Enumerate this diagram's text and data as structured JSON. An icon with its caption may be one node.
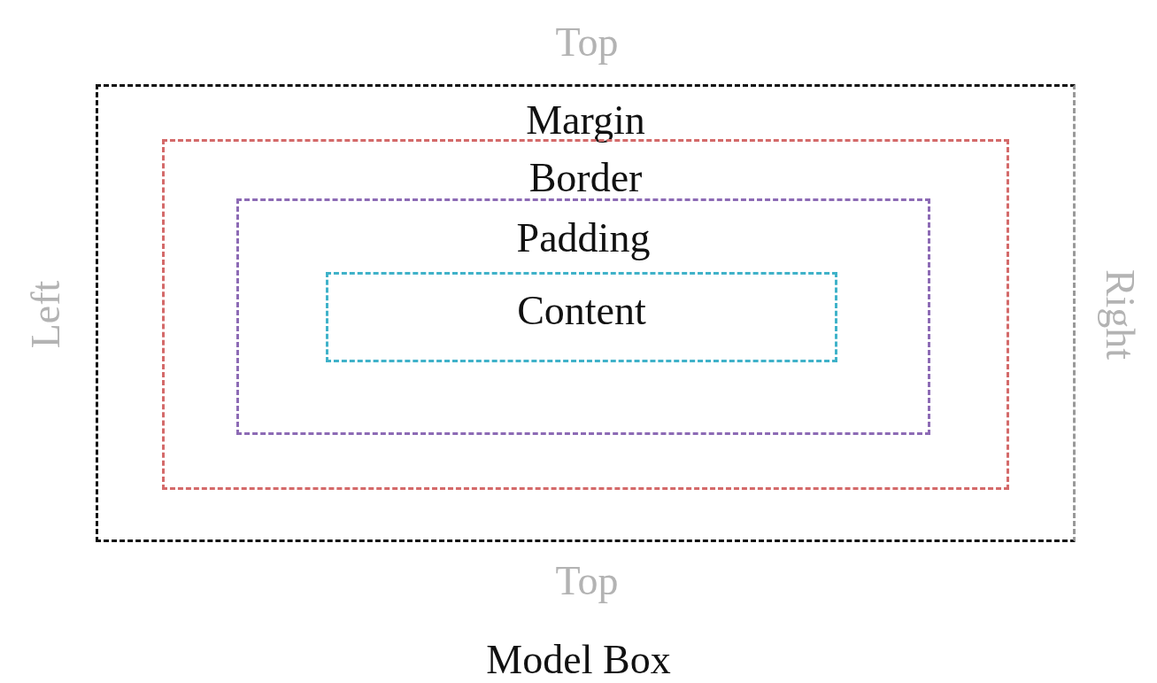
{
  "diagram": {
    "caption": "Model Box",
    "nodes": [
      {
        "text": [
          "Margin"
        ]
      },
      {
        "text": [
          "Border"
        ],
        "in": 0
      },
      {
        "text": [
          "Padding"
        ],
        "in": 1
      },
      {
        "text": [
          "Content"
        ],
        "in": 2
      }
    ],
    "labels": [
      "Top",
      "Left",
      "Right",
      "Top"
    ]
  }
}
